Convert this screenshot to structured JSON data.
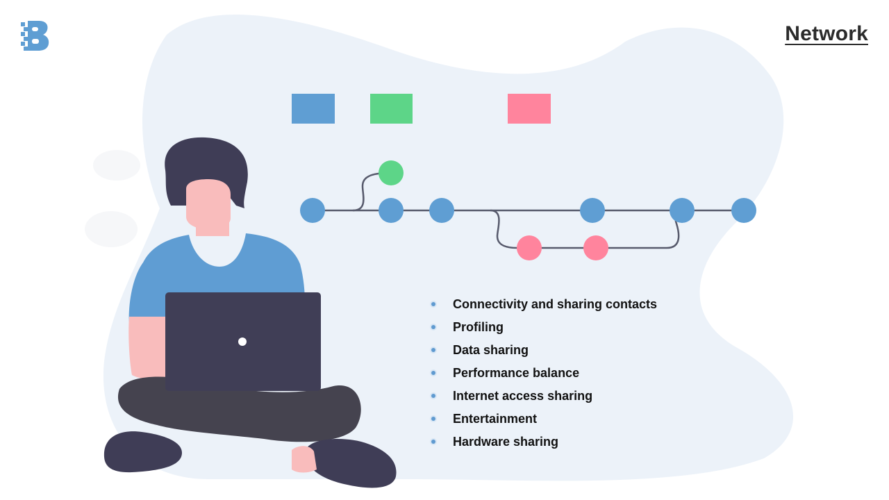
{
  "header": {
    "title": "Network",
    "logo_icon": "brand-b-logo-icon"
  },
  "features": [
    "Connectivity and sharing contacts",
    "Profiling",
    "Data sharing",
    "Performance balance",
    "Internet access sharing",
    "Entertainment",
    "Hardware sharing"
  ],
  "colors": {
    "blob": "#ecf2f9",
    "node_blue": "#5f9ed3",
    "node_green": "#5dd588",
    "node_pink": "#ff849d",
    "line": "#575a6c",
    "hair": "#3f3d56",
    "skin": "#f9bcbc",
    "shirt": "#5f9dd3",
    "laptop": "#403e56",
    "pants": "#45434f"
  },
  "illustration": {
    "name": "person-with-laptop-network-illustration",
    "legend_swatches": [
      "blue",
      "green",
      "pink"
    ]
  }
}
